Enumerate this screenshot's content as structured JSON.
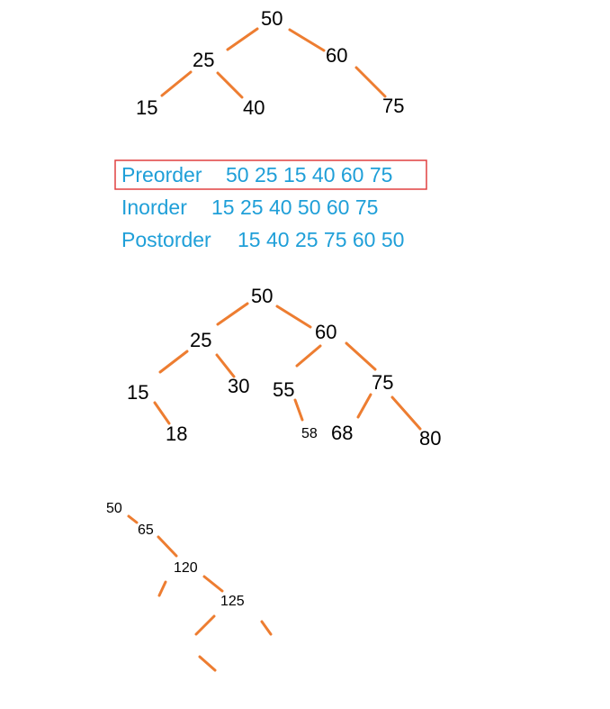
{
  "tree1": {
    "nodes": {
      "n50": "50",
      "n25": "25",
      "n60": "60",
      "n15": "15",
      "n40": "40",
      "n75": "75"
    }
  },
  "traversals": {
    "preorder": {
      "label": "Preorder",
      "values": "50 25 15 40 60 75"
    },
    "inorder": {
      "label": "Inorder",
      "values": "15 25 40 50 60 75"
    },
    "postorder": {
      "label": "Postorder",
      "values": "15 40 25 75 60 50"
    }
  },
  "tree2": {
    "nodes": {
      "n50": "50",
      "n25": "25",
      "n60": "60",
      "n15": "15",
      "n30": "30",
      "n55": "55",
      "n75": "75",
      "n18": "18",
      "n58": "58",
      "n68": "68",
      "n80": "80"
    }
  },
  "tree3": {
    "nodes": {
      "n50": "50",
      "n65": "65",
      "n120": "120",
      "n125": "125"
    }
  },
  "colors": {
    "edge": "#ED7D31",
    "traversal_text": "#1F9FD8",
    "highlight_box": "#E04040"
  }
}
